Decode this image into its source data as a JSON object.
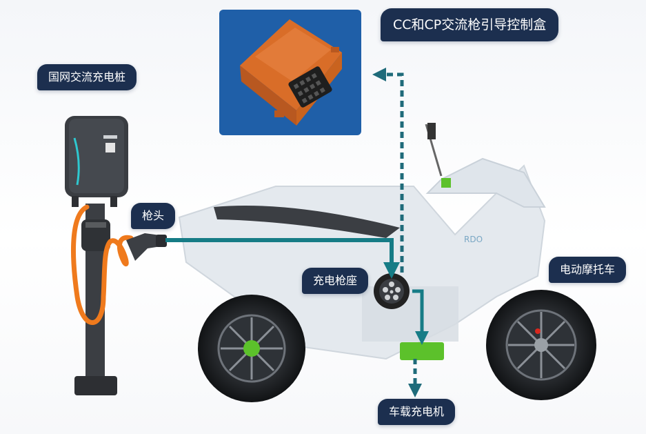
{
  "labels": {
    "charging_pile": "国网交流充电桩",
    "control_box": "CC和CP交流枪引导控制盒",
    "gun_head": "枪头",
    "charging_socket": "充电枪座",
    "motorcycle": "电动摩托车",
    "onboard_charger": "车载充电机"
  },
  "motorcycle_brand_mark": "RDO",
  "colors": {
    "label_bg": "#1c2f4f",
    "panel_bg": "#1f5fa8",
    "controller_orange": "#e07a32",
    "cable_teal": "#167c86",
    "dashed_teal": "#1f6b7a",
    "charger_green": "#5cc12b",
    "cable_orange": "#ef7a1d"
  }
}
